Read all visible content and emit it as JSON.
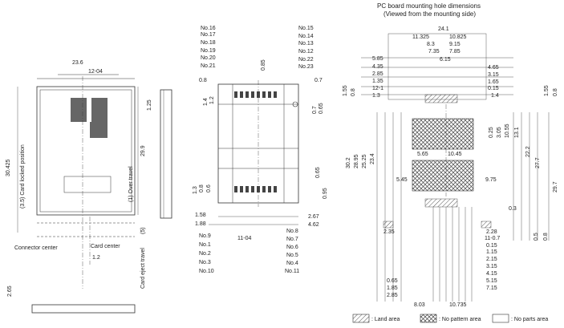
{
  "title": "PC board mounting hole dimensions",
  "subtitle": "(Viewed from the mounting side)",
  "left_view": {
    "dims": [
      "23.6",
      "12-04",
      "1.25",
      "30.425",
      "29.9",
      "(3.5) Card locked position",
      "(1) Over travel",
      "(5)",
      "2.65",
      "1.2"
    ],
    "labels": [
      "Connector center",
      "Card center",
      "Card eject travel"
    ]
  },
  "mid_view": {
    "left_pins": [
      "No.16",
      "No.17",
      "No.18",
      "No.19",
      "No.20",
      "No.21"
    ],
    "right_pins": [
      "No.15",
      "No.14",
      "No.13",
      "No.12",
      "No.22",
      "No.23"
    ],
    "left_pins_bottom": [
      "No.9",
      "No.1",
      "No.2",
      "No.3",
      "No.10"
    ],
    "right_pins_bottom": [
      "No.8",
      "No.7",
      "No.6",
      "No.5",
      "No.4",
      "No.11"
    ],
    "dims": [
      "0.85",
      "0.8",
      "0.7",
      "1.4",
      "1.2",
      "0.7",
      "0.65",
      "1.3",
      "0.8",
      "0.6",
      "0.65",
      "0.95",
      "1.58",
      "1.88",
      "11-04",
      "2.67",
      "4.62"
    ]
  },
  "right_view": {
    "top_dims": [
      "24.1",
      "11.325",
      "10.825",
      "8.3",
      "9.15",
      "7.35",
      "7.85",
      "6.15"
    ],
    "left_dims": [
      "5.85",
      "4.35",
      "2.85",
      "1.35",
      "12-1",
      "1.3",
      "1.55",
      "0.8"
    ],
    "right_dims": [
      "4.65",
      "3.15",
      "1.65",
      "0.15",
      "1.4",
      "1.55",
      "0.8"
    ],
    "vert_dims": [
      "30.2",
      "28.95",
      "25.25",
      "23.4",
      "0.25",
      "3.05",
      "10.55",
      "13.1",
      "22.2",
      "27.7",
      "29.7",
      "0.5",
      "0.8"
    ],
    "mid_dims": [
      "5.65",
      "10.45",
      "5.45",
      "9.75",
      "0.3",
      "2.35",
      "2.28",
      "11-0.7"
    ],
    "bottom_right": [
      "0.15",
      "1.15",
      "2.15",
      "3.15",
      "4.15",
      "5.15",
      "7.15"
    ],
    "bottom_left": [
      "0.65",
      "1.85",
      "2.85"
    ],
    "bottom_dims": [
      "8.03",
      "10.735"
    ]
  },
  "legend": [
    {
      "label": ": Land area"
    },
    {
      "label": ": No pattern area"
    },
    {
      "label": ": No parts area"
    }
  ]
}
